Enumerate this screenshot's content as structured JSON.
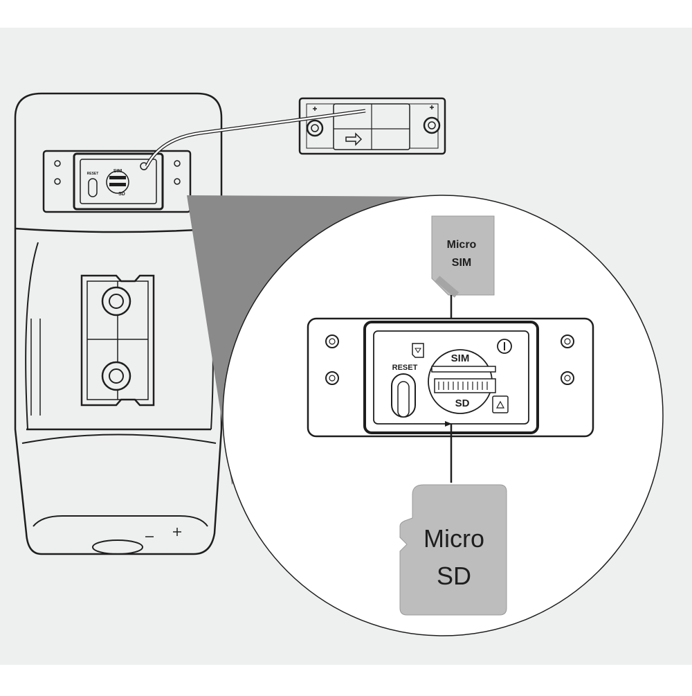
{
  "diagram": {
    "colors": {
      "background": "#eeefef",
      "outline": "#1e1e1e",
      "card_fill": "#bdbdbd",
      "lens_fill": "#ffffff",
      "callout_fill": "#8a8a8a"
    },
    "micro_sim": {
      "line1": "Micro",
      "line2": "SIM"
    },
    "micro_sd": {
      "line1": "Micro",
      "line2": "SD"
    },
    "slot_panel": {
      "sim_label": "SIM",
      "sd_label": "SD",
      "reset_label": "RESET",
      "small_sim_label": "SIM",
      "small_sd_label": "SD",
      "small_reset_label": "RESET"
    },
    "icons": [
      "camera-body",
      "slot-cover-panel",
      "sim-slot",
      "sd-slot",
      "reset-button",
      "insert-arrow-icon",
      "card-orientation-icon",
      "screw-icon"
    ]
  }
}
